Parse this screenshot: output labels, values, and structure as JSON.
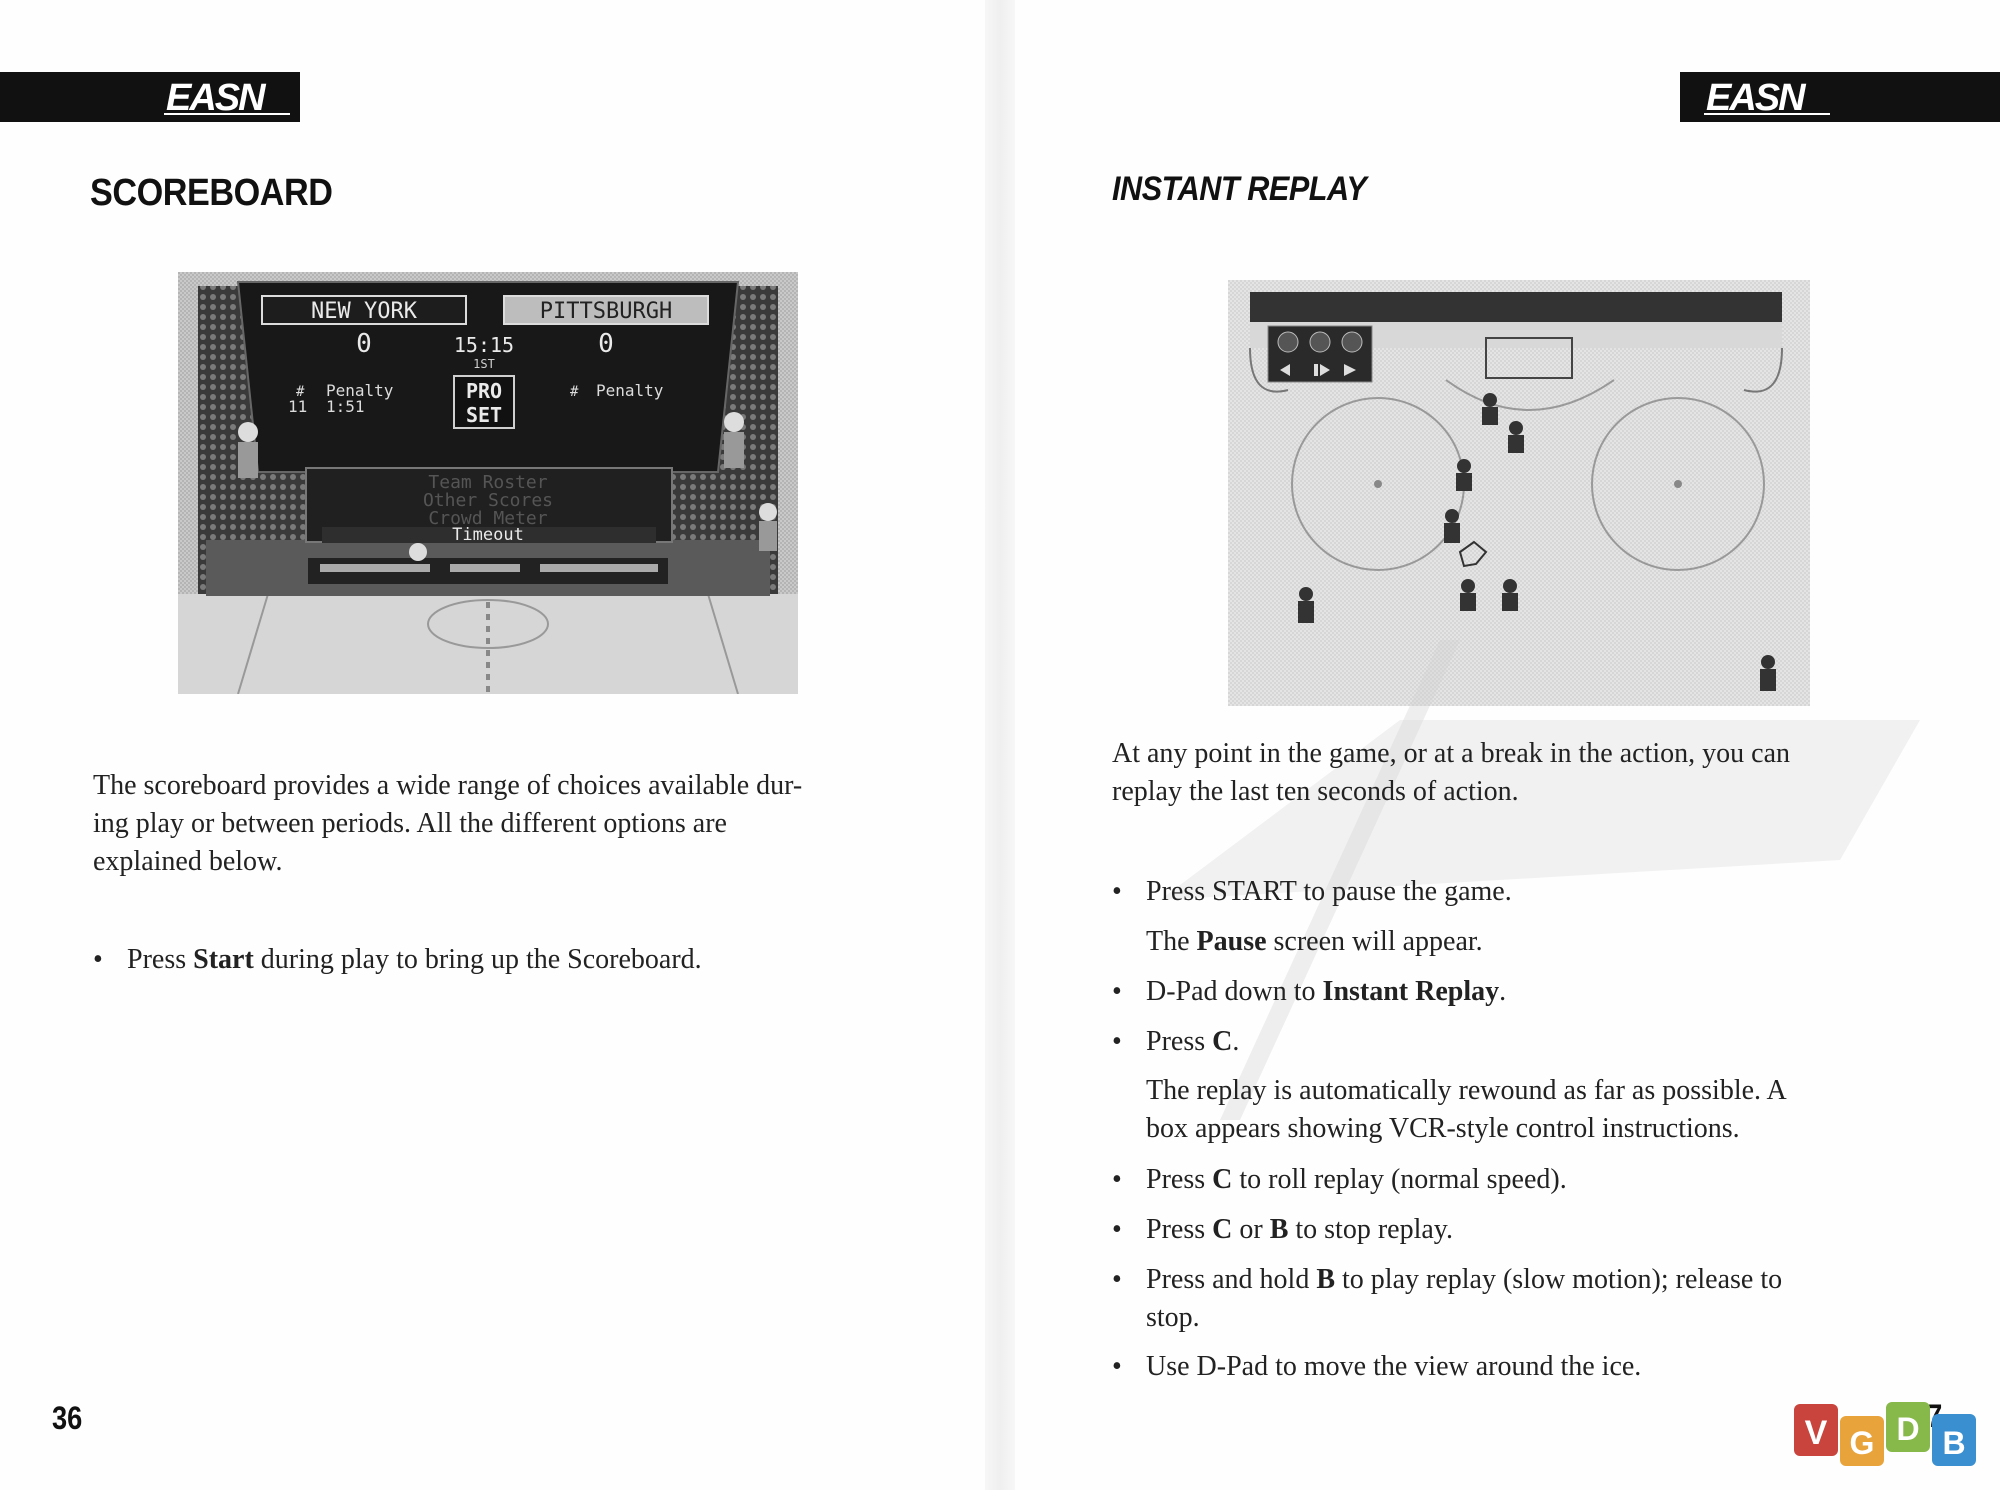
{
  "header": {
    "logo_text": "EASN"
  },
  "left_page": {
    "heading": "SCOREBOARD",
    "screenshot": {
      "team_home": "NEW YORK",
      "team_away": "PITTSBURGH",
      "score_home": "0",
      "score_away": "0",
      "clock": "15:15",
      "period": "1ST",
      "penalty_home_hash": "#",
      "penalty_home_label": "Penalty",
      "penalty_home_number": "11",
      "penalty_home_time": "1:51",
      "penalty_away_hash": "#",
      "penalty_away_label": "Penalty",
      "sponsor_top": "PRO",
      "sponsor_bottom": "SET",
      "menu": [
        "Team Roster",
        "Other Scores",
        "Crowd Meter",
        "Timeout"
      ]
    },
    "paragraph_lines": [
      "The scoreboard provides a wide range of choices available dur-",
      "ing play or between periods. All the different options are",
      "explained below."
    ],
    "bullets": [
      {
        "before": "Press ",
        "bold": "Start",
        "after": " during play to bring up the Scoreboard."
      }
    ],
    "page_number": "36"
  },
  "right_page": {
    "heading": "INSTANT REPLAY",
    "paragraph_lines": [
      "At any point in the game, or at a break in the action, you can",
      "replay the last ten seconds of action."
    ],
    "steps": [
      {
        "type": "bullet",
        "before": "Press START to pause the game.",
        "bold": "",
        "after": ""
      },
      {
        "type": "note",
        "before": "The ",
        "bold": "Pause",
        "after": " screen will appear."
      },
      {
        "type": "bullet",
        "before": "D-Pad down to ",
        "bold": "Instant Replay",
        "after": "."
      },
      {
        "type": "bullet",
        "before": "Press ",
        "bold": "C",
        "after": "."
      },
      {
        "type": "note",
        "before": "The replay is automatically rewound as far as possible. A",
        "bold": "",
        "after": ""
      },
      {
        "type": "note",
        "before": "box appears showing VCR-style control instructions.",
        "bold": "",
        "after": ""
      },
      {
        "type": "bullet",
        "before": "Press ",
        "bold": "C",
        "after": " to roll replay (normal speed)."
      },
      {
        "type": "bullet",
        "before": "Press ",
        "bold": "C",
        "after": " or ",
        "bold2": "B",
        "after2": " to stop replay."
      },
      {
        "type": "bullet",
        "before": "Press and hold ",
        "bold": "B",
        "after": " to play replay (slow motion); release to"
      },
      {
        "type": "note",
        "before": "stop.",
        "bold": "",
        "after": ""
      },
      {
        "type": "bullet",
        "before": "Use D-Pad to move the view around the ice.",
        "bold": "",
        "after": ""
      }
    ],
    "page_number": "37"
  },
  "watermark": {
    "letters": [
      "V",
      "G",
      "D",
      "B"
    ],
    "colors": [
      "#c8443c",
      "#e8a33a",
      "#86b84a",
      "#3a8fd0"
    ]
  },
  "colors": {
    "ink": "#111111",
    "paper": "#fefefe"
  }
}
